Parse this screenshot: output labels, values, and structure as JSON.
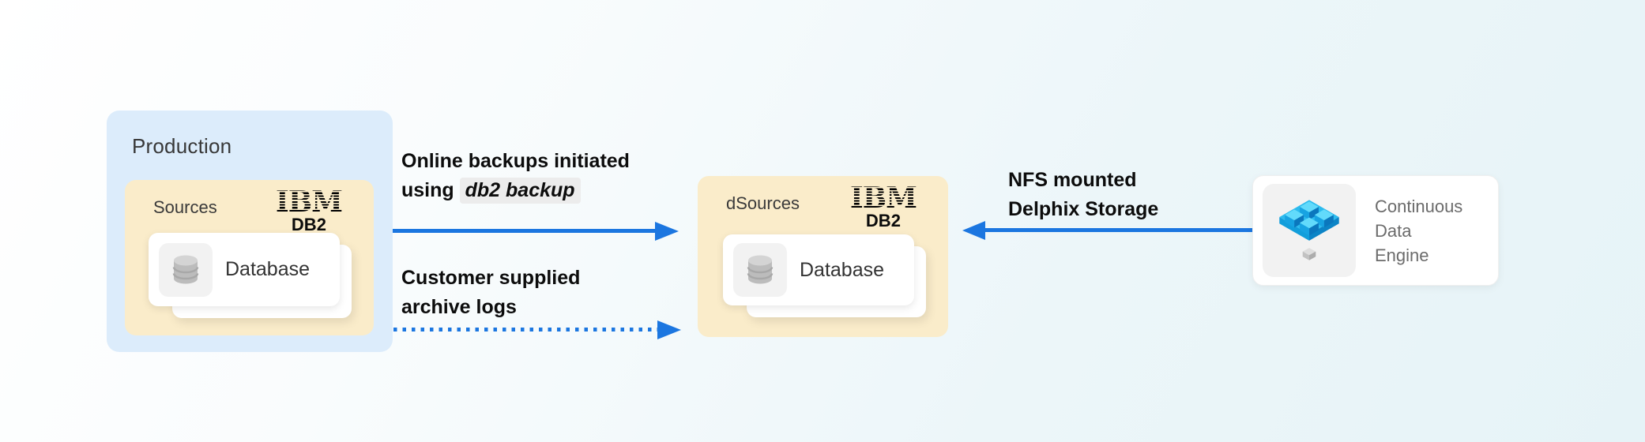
{
  "colors": {
    "production_bg": "#dcecfb",
    "sources_bg": "#faecca",
    "tile_bg": "#f2f2f2",
    "arrow_blue": "#1b76e0",
    "code_bg": "#ececec",
    "engine_blue": "#2cbbee",
    "db_cylinder_gray": "#bcbcbc"
  },
  "production": {
    "title": "Production",
    "sources": {
      "title": "Sources",
      "logo": {
        "brand": "IBM",
        "product": "DB2"
      },
      "card": {
        "label": "Database"
      }
    }
  },
  "dsources": {
    "title": "dSources",
    "logo": {
      "brand": "IBM",
      "product": "DB2"
    },
    "card": {
      "label": "Database"
    }
  },
  "engine": {
    "line1": "Continuous",
    "line2": "Data",
    "line3": "Engine"
  },
  "arrows": {
    "online_backups": {
      "style": "solid",
      "direction": "right",
      "line1": "Online backups initiated",
      "line2_prefix": "using",
      "line2_code": "db2 backup"
    },
    "archive_logs": {
      "style": "dotted",
      "direction": "right",
      "line1": "Customer supplied",
      "line2": "archive logs"
    },
    "nfs": {
      "style": "solid",
      "direction": "left",
      "line1": "NFS mounted",
      "line2": "Delphix Storage"
    }
  }
}
